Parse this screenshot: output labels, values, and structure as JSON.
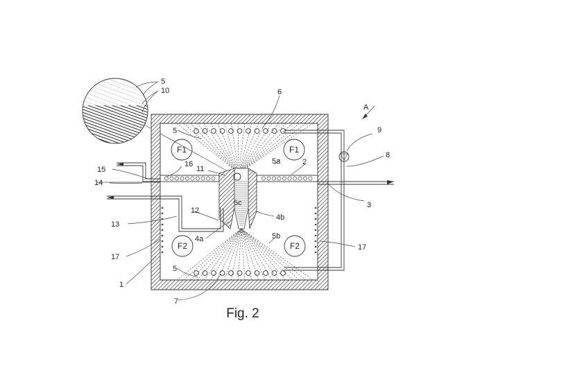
{
  "figure": {
    "caption": "Fig. 2",
    "view_label": "A",
    "reference_numerals": [
      "1",
      "2",
      "3",
      "4a",
      "4b",
      "5",
      "5a",
      "5b",
      "5c",
      "6",
      "7",
      "8",
      "9",
      "10",
      "11",
      "12",
      "13",
      "14",
      "15",
      "16",
      "17"
    ],
    "circulation_labels": [
      "F1",
      "F1",
      "F2",
      "F2"
    ]
  }
}
